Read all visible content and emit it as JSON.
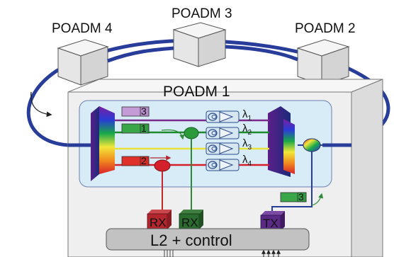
{
  "nodes": {
    "poadm4": "POADM 4",
    "poadm3": "POADM 3",
    "poadm2": "POADM 2",
    "poadm1": "POADM 1"
  },
  "wavelengths": [
    {
      "sym": "λ",
      "sub": "1",
      "color": "#7b2a8c"
    },
    {
      "sym": "λ",
      "sub": "2",
      "color": "#1e8a2e"
    },
    {
      "sym": "λ",
      "sub": "3",
      "color": "#e8e23a"
    },
    {
      "sym": "λ",
      "sub": "4",
      "color": "#d4202a"
    }
  ],
  "channel_boxes": [
    {
      "label": "3",
      "color": "#c49bd6"
    },
    {
      "label": "1",
      "color": "#3aa64a"
    },
    {
      "label": "2",
      "color": "#e0302a"
    },
    {
      "label": "3",
      "color": "#3aa64a"
    }
  ],
  "receivers": [
    {
      "label": "RX",
      "color": "#b3262e"
    },
    {
      "label": "RX",
      "color": "#2c6b2f"
    }
  ],
  "transmitter": {
    "label": "TX",
    "color": "#5b2a86"
  },
  "control": {
    "label": "L2 + control"
  },
  "colors": {
    "ring": "#283c9a",
    "panel": "#d7ecf6",
    "chassis": "#efefef"
  }
}
